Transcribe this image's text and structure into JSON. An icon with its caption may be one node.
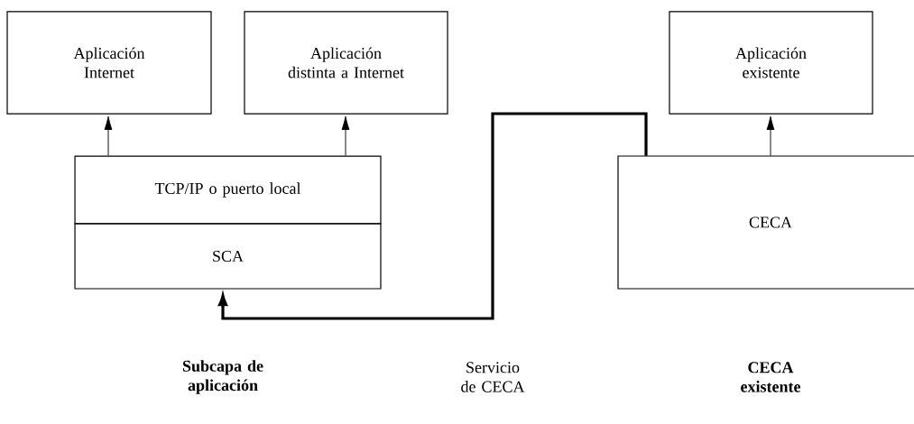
{
  "diagram": {
    "nodes": [
      {
        "text": [
          "Aplicación Internet"
        ]
      },
      {
        "text": [
          "Aplicación distinta a Internet"
        ]
      },
      {
        "text": [
          "Aplicación existente"
        ]
      },
      {
        "text": [
          "TCP/IP o puerto local"
        ]
      },
      {
        "text": [
          "SCA"
        ]
      },
      {
        "text": [
          "CECA"
        ]
      }
    ],
    "edges": [
      {
        "from": 3,
        "to": 0,
        "arrow": "to"
      },
      {
        "from": 3,
        "to": 1,
        "arrow": "to"
      },
      {
        "from": 5,
        "to": 2,
        "arrow": "to"
      },
      {
        "from": 5,
        "to": 4,
        "arrow": "to",
        "style": "thick"
      }
    ],
    "labels": [
      "Subcapa de aplicación",
      "Servicio de CECA",
      "CECA existente"
    ]
  }
}
